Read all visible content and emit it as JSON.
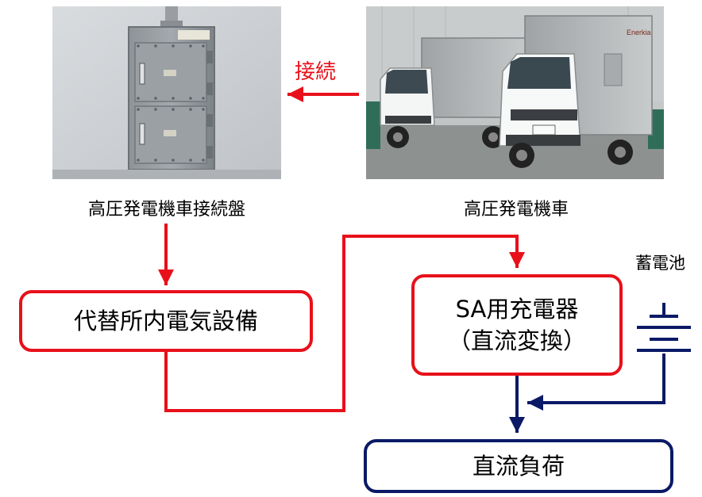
{
  "photos": {
    "panel_caption": "高圧発電機車接続盤",
    "truck_caption": "高圧発電機車",
    "truck_body_brand": "Enerkia"
  },
  "connection_label": "接続",
  "boxes": {
    "alt_equipment": "代替所内電気設備",
    "charger_line1": "SA用充電器",
    "charger_line2": "（直流変換）",
    "dc_load": "直流負荷"
  },
  "battery_label": "蓄電池",
  "colors": {
    "red": "#e8101a",
    "navy": "#0b1a66"
  }
}
